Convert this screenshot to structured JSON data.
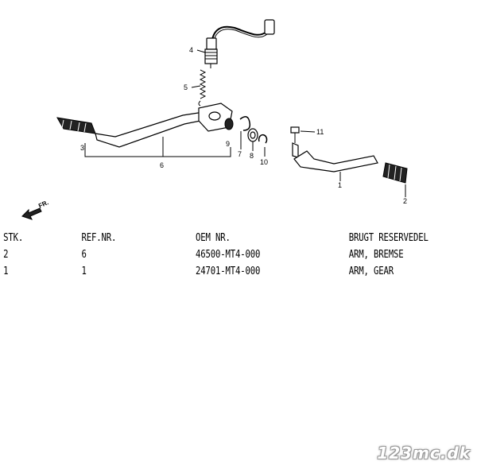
{
  "diagram": {
    "callouts": [
      "1",
      "2",
      "3",
      "4",
      "5",
      "6",
      "7",
      "8",
      "9",
      "10",
      "11"
    ],
    "direction_label": "FR."
  },
  "table": {
    "headers": [
      "STK.",
      "REF.NR.",
      "OEM NR.",
      "BRUGT RESERVEDEL"
    ],
    "rows": [
      [
        "2",
        "6",
        "46500-MT4-000",
        "ARM, BREMSE"
      ],
      [
        "1",
        "1",
        "24701-MT4-000",
        "ARM, GEAR"
      ]
    ]
  },
  "watermark": "123mc.dk"
}
